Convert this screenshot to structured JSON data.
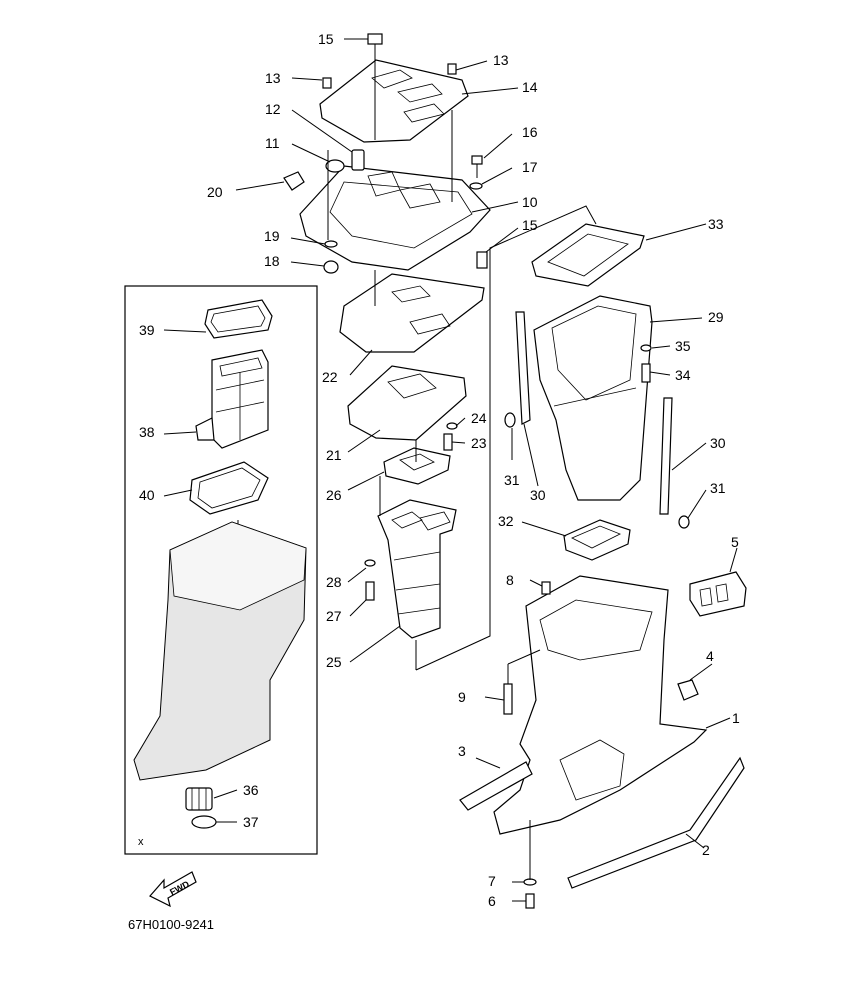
{
  "diagram": {
    "code": "67H0100-9241",
    "inset_mark": "x",
    "fwd_label": "FWD",
    "callouts": [
      {
        "id": "c1",
        "text": "1"
      },
      {
        "id": "c2",
        "text": "2"
      },
      {
        "id": "c3",
        "text": "3"
      },
      {
        "id": "c4",
        "text": "4"
      },
      {
        "id": "c5",
        "text": "5"
      },
      {
        "id": "c6",
        "text": "6"
      },
      {
        "id": "c7",
        "text": "7"
      },
      {
        "id": "c8",
        "text": "8"
      },
      {
        "id": "c9",
        "text": "9"
      },
      {
        "id": "c10",
        "text": "10"
      },
      {
        "id": "c11",
        "text": "11"
      },
      {
        "id": "c12",
        "text": "12"
      },
      {
        "id": "c13a",
        "text": "13"
      },
      {
        "id": "c13b",
        "text": "13"
      },
      {
        "id": "c14",
        "text": "14"
      },
      {
        "id": "c15a",
        "text": "15"
      },
      {
        "id": "c15b",
        "text": "15"
      },
      {
        "id": "c16",
        "text": "16"
      },
      {
        "id": "c17",
        "text": "17"
      },
      {
        "id": "c18",
        "text": "18"
      },
      {
        "id": "c19",
        "text": "19"
      },
      {
        "id": "c20",
        "text": "20"
      },
      {
        "id": "c21",
        "text": "21"
      },
      {
        "id": "c22",
        "text": "22"
      },
      {
        "id": "c23",
        "text": "23"
      },
      {
        "id": "c24",
        "text": "24"
      },
      {
        "id": "c25",
        "text": "25"
      },
      {
        "id": "c26",
        "text": "26"
      },
      {
        "id": "c27",
        "text": "27"
      },
      {
        "id": "c28",
        "text": "28"
      },
      {
        "id": "c29",
        "text": "29"
      },
      {
        "id": "c30a",
        "text": "30"
      },
      {
        "id": "c30b",
        "text": "30"
      },
      {
        "id": "c31a",
        "text": "31"
      },
      {
        "id": "c31b",
        "text": "31"
      },
      {
        "id": "c32",
        "text": "32"
      },
      {
        "id": "c33",
        "text": "33"
      },
      {
        "id": "c34",
        "text": "34"
      },
      {
        "id": "c35",
        "text": "35"
      },
      {
        "id": "c36",
        "text": "36"
      },
      {
        "id": "c37",
        "text": "37"
      },
      {
        "id": "c38",
        "text": "38"
      },
      {
        "id": "c39",
        "text": "39"
      },
      {
        "id": "c40",
        "text": "40"
      }
    ]
  }
}
